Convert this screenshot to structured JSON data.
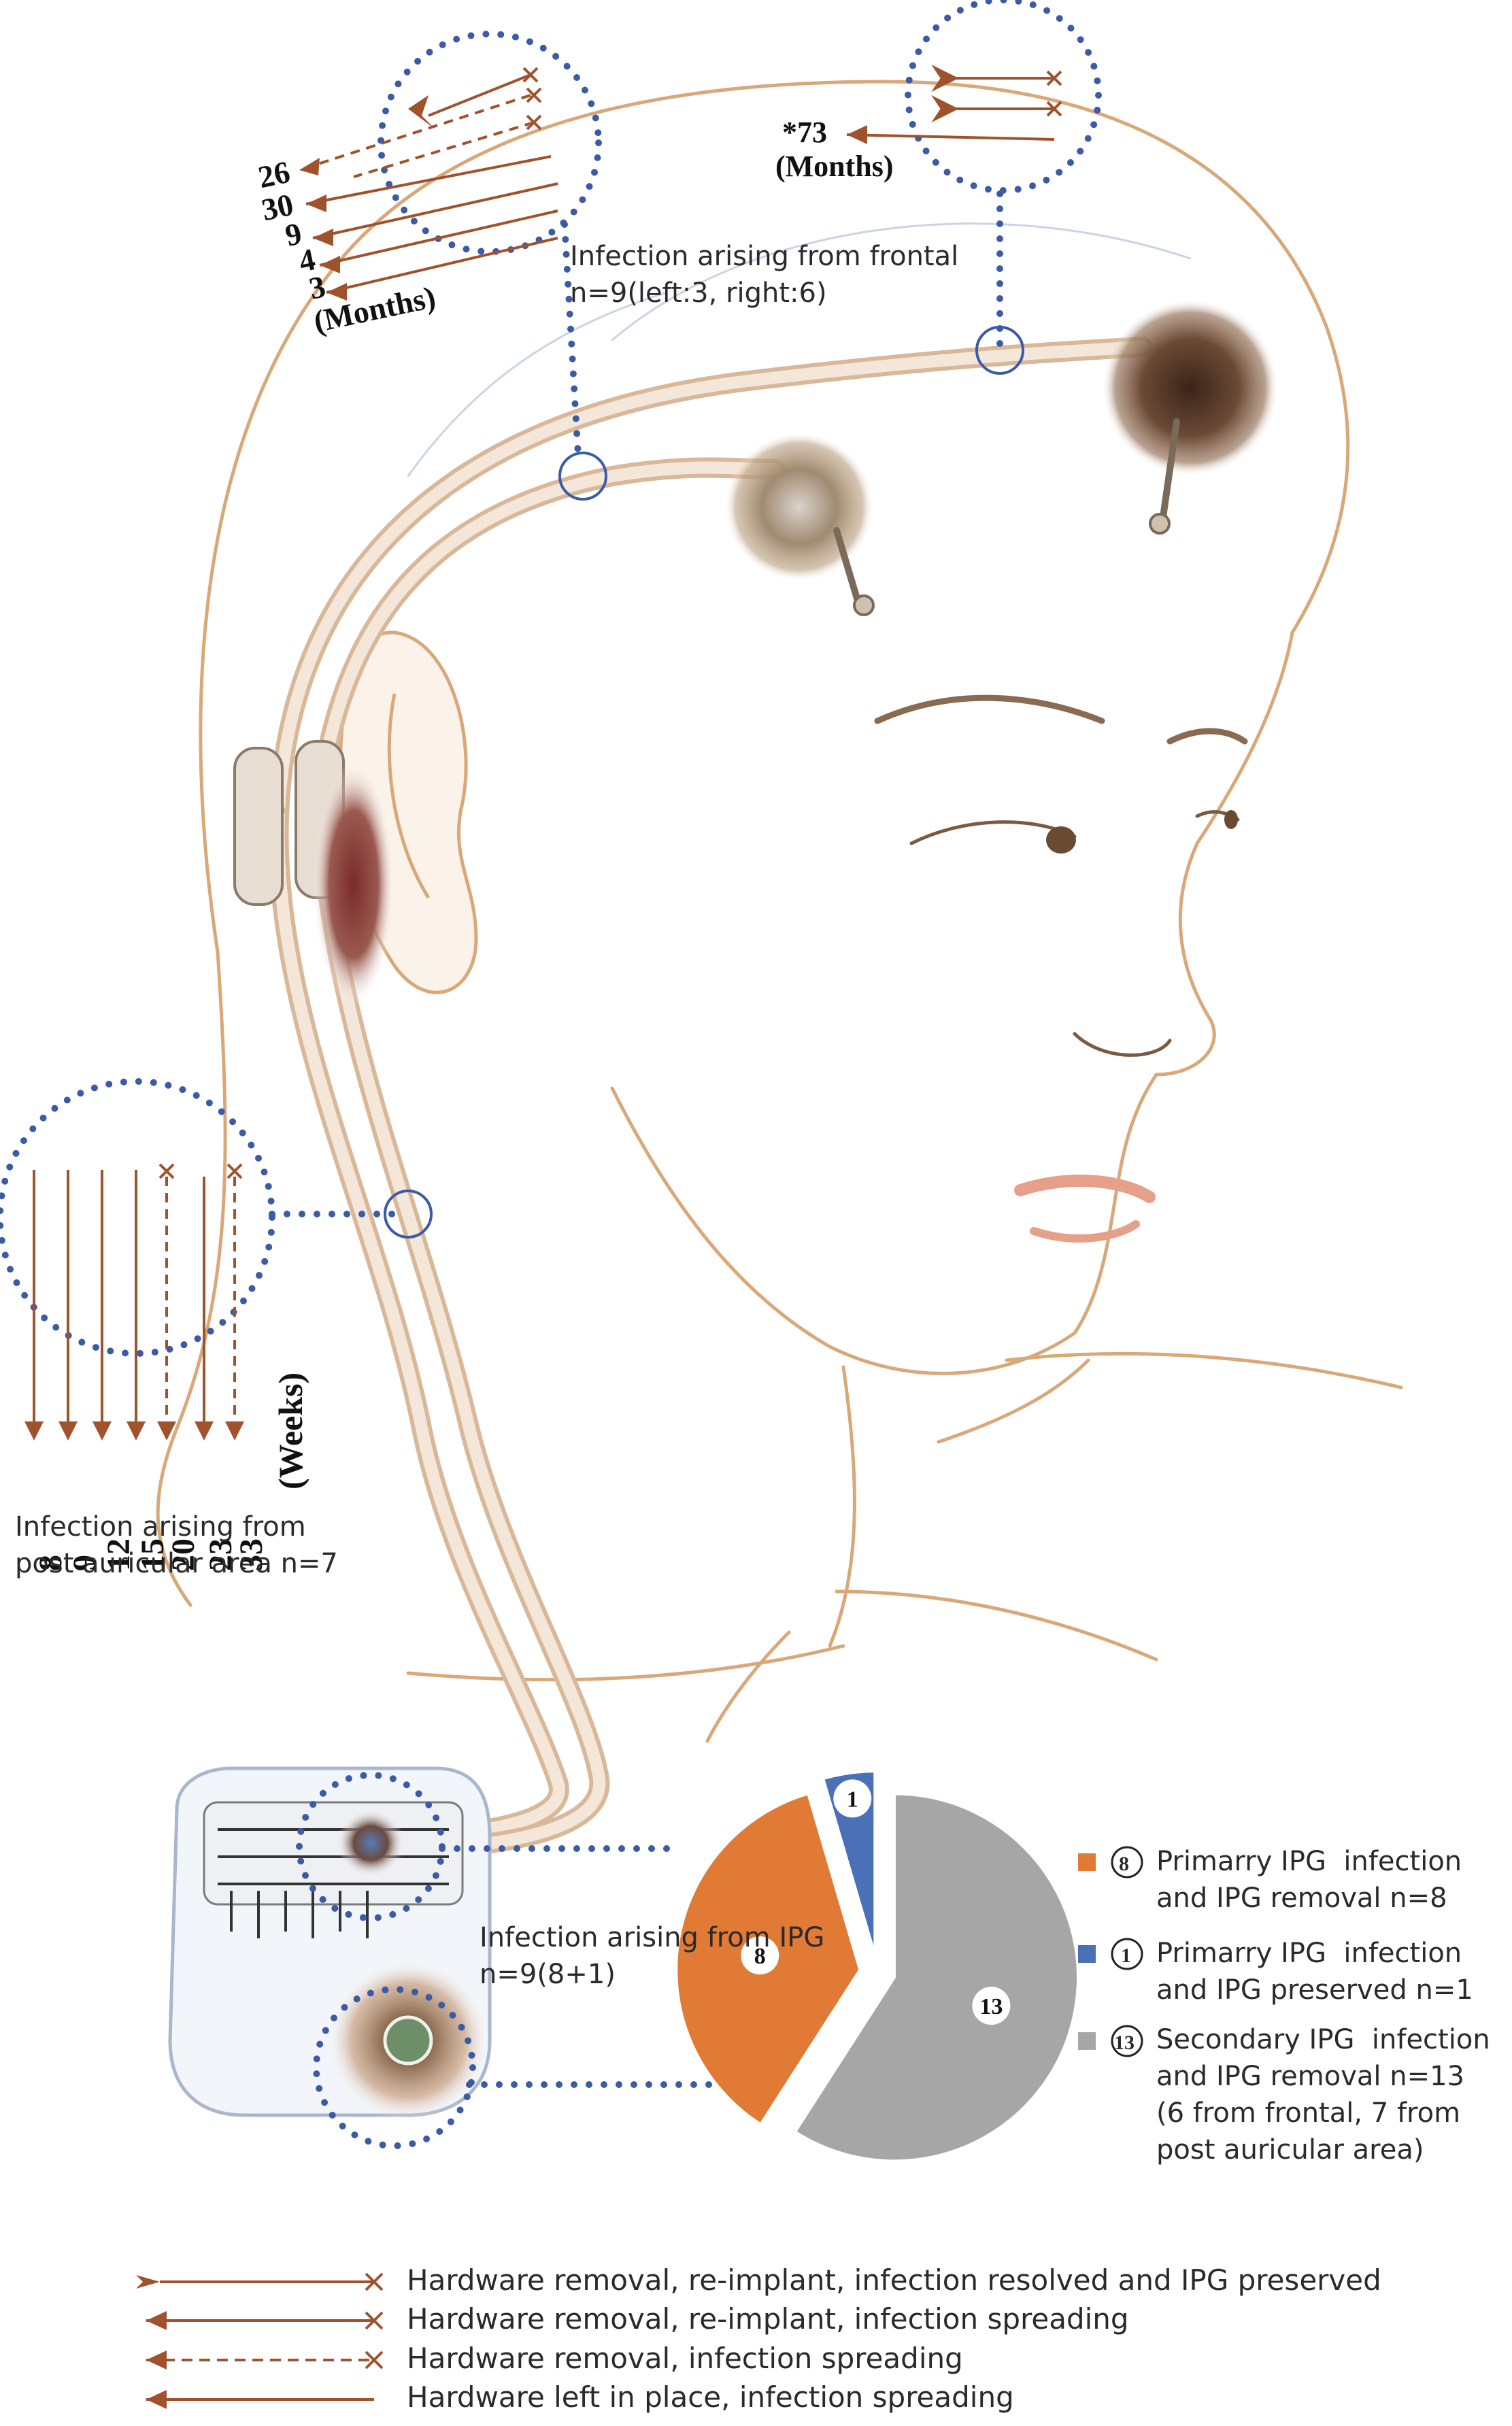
{
  "frontal_left": {
    "months": [
      "26",
      "30",
      "9",
      "4",
      "3"
    ],
    "unit": "(Months)"
  },
  "frontal_right": {
    "months": [
      "*73"
    ],
    "unit": "(Months)"
  },
  "frontal_caption": {
    "line1": "Infection arising from frontal",
    "line2": "n=9(left:3, right:6)"
  },
  "post_auricular": {
    "weeks": [
      "8",
      "9",
      "12",
      "15",
      "20",
      "23",
      "33"
    ],
    "unit": "(Weeks)",
    "caption_line1": "Infection arising from",
    "caption_line2": "post auricular area n=7"
  },
  "ipg_caption": {
    "line1": "Infection arising from IPG",
    "line2": "n=9(8+1)"
  },
  "chart_data": {
    "type": "pie",
    "values": [
      8,
      1,
      13
    ],
    "labels": [
      "8",
      "1",
      "13"
    ],
    "colors": [
      "#e07a35",
      "#4a70b8",
      "#a6a6a6"
    ]
  },
  "pie_legend": [
    {
      "badge": "8",
      "line1": "Primarry IPG  infection",
      "line2": "and IPG removal n=8",
      "line3": "",
      "line4": "",
      "color": "#e07a35"
    },
    {
      "badge": "1",
      "line1": "Primarry IPG  infection",
      "line2": "and IPG preserved n=1",
      "line3": "",
      "line4": "",
      "color": "#4a70b8"
    },
    {
      "badge": "13",
      "line1": "Secondary IPG  infection",
      "line2": "and IPG removal n=13",
      "line3": "(6 from frontal, 7 from",
      "line4": "post auricular area)",
      "color": "#a6a6a6"
    }
  ],
  "arrow_legend": [
    {
      "text": "Hardware removal, re-implant, infection resolved and IPG preserved"
    },
    {
      "text": "Hardware removal, re-implant, infection spreading"
    },
    {
      "text": "Hardware removal, infection spreading"
    },
    {
      "text": "Hardware left in place, infection spreading"
    }
  ],
  "colors": {
    "arrow": "#a0522d",
    "dots": "#3b5ba5",
    "skin_line": "#d9a878"
  }
}
